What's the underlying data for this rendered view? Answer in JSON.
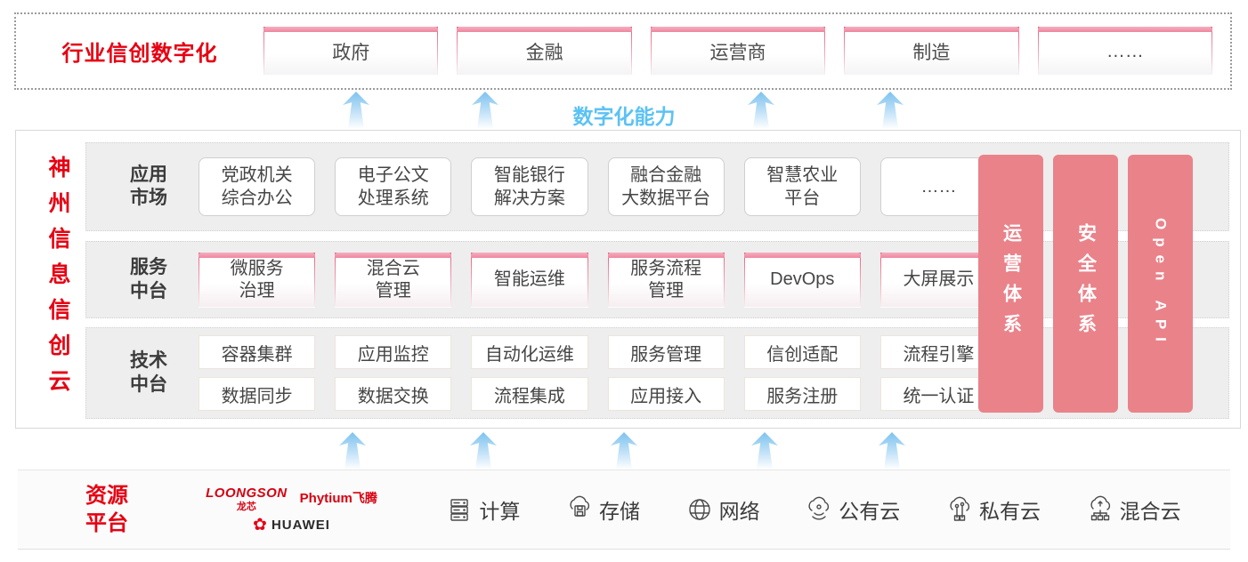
{
  "colors": {
    "brand_red": "#e60012",
    "pillar_pink": "#ea828a",
    "capability_blue": "#5bc2f4"
  },
  "top": {
    "label": "行业信创数字化",
    "boxes": [
      "政府",
      "金融",
      "运营商",
      "制造",
      "……"
    ]
  },
  "capability": {
    "label": "数字化能力"
  },
  "platform": {
    "title": "神州信息信创云"
  },
  "rows": [
    {
      "label": "应用\n市场",
      "items": [
        "党政机关\n综合办公",
        "电子公文\n处理系统",
        "智能银行\n解决方案",
        "融合金融\n大数据平台",
        "智慧农业\n平台",
        "……"
      ]
    },
    {
      "label": "服务\n中台",
      "items": [
        "微服务\n治理",
        "混合云\n管理",
        "智能运维",
        "服务流程\n管理",
        "DevOps",
        "大屏展示"
      ]
    },
    {
      "label": "技术\n中台",
      "row1": [
        "容器集群",
        "应用监控",
        "自动化运维",
        "服务管理",
        "信创适配",
        "流程引擎"
      ],
      "row2": [
        "数据同步",
        "数据交换",
        "流程集成",
        "应用接入",
        "服务注册",
        "统一认证"
      ]
    }
  ],
  "pillars": [
    "运营体系",
    "安全体系",
    "Open API"
  ],
  "resources": {
    "label": "资源\n平台",
    "vendors": {
      "loongson_en": "LOONGSON",
      "loongson_cn": "龙芯",
      "phytium_en": "Phytium",
      "phytium_cn": "飞腾",
      "huawei": "HUAWEI"
    },
    "items": [
      {
        "label": "计算"
      },
      {
        "label": "存储"
      },
      {
        "label": "网络"
      },
      {
        "label": "公有云"
      },
      {
        "label": "私有云"
      },
      {
        "label": "混合云"
      }
    ]
  }
}
